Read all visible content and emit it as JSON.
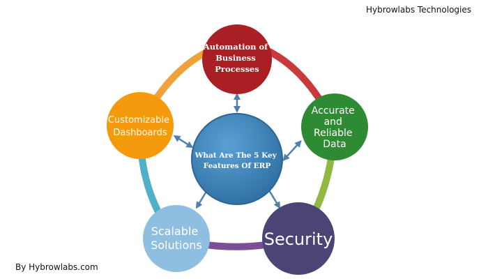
{
  "header": {
    "brand": "Hybrowlabs Technologies"
  },
  "footer": {
    "credit": "By Hybrowlabs.com"
  },
  "diagram": {
    "center": {
      "lines": [
        "What Are The 5 Key",
        "Features Of ERP"
      ],
      "color": "#3a7fb5"
    },
    "nodes": [
      {
        "id": "automation",
        "lines": [
          "Automation of",
          "Business",
          "Processes"
        ],
        "color": "#a91f24"
      },
      {
        "id": "accurate",
        "lines": [
          "Accurate",
          "and",
          "Reliable",
          "Data"
        ],
        "color": "#2f8a34"
      },
      {
        "id": "security",
        "lines": [
          "Security"
        ],
        "color": "#4b4575"
      },
      {
        "id": "scalable",
        "lines": [
          "Scalable",
          "Solutions"
        ],
        "color": "#8fbfe0"
      },
      {
        "id": "customizable",
        "lines": [
          "Customizable",
          "Dashboards"
        ],
        "color": "#f59a0d"
      }
    ],
    "arrow_color": "#4f7fae"
  }
}
